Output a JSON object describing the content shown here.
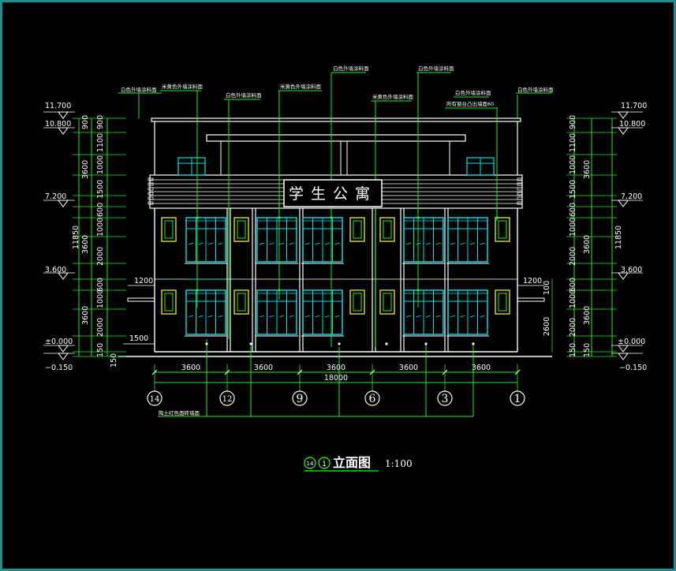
{
  "drawing": {
    "sign_text": "学生公寓",
    "title_main": "立面图",
    "title_scale": "1:100",
    "title_axis_from": "14",
    "title_axis_to": "1",
    "callouts": [
      "白色外墙涂料面",
      "米黄色外墙涂料面",
      "白色外墙涂料面",
      "米黄色外墙涂料面",
      "白色外墙涂料面",
      "白色外墙涂料面",
      "米黄色外墙涂料面",
      "白色外墙涂料面",
      "所有窗台凸出墙面60",
      "白色外墙涂料面"
    ],
    "bottom_callout": "陶土红色面砖墙面",
    "elevations": {
      "top": "11.700",
      "roof": "10.800",
      "third": "7.200",
      "second": "3.600",
      "ground": "±0.000",
      "grade": "−0.150"
    },
    "left_segments": [
      "900",
      "1100",
      "1000",
      "1500",
      "600",
      "1000",
      "2000",
      "600",
      "1000",
      "2000",
      "150"
    ],
    "left_sub_totals": [
      "900",
      "3600",
      "3600",
      "3600"
    ],
    "total_height": "11850",
    "right_segments": [
      "900",
      "1100",
      "1000",
      "1500",
      "600",
      "1000",
      "2000",
      "600",
      "1000",
      "2000",
      "150"
    ],
    "right_sub_totals": [
      "3600",
      "3600",
      "3600"
    ],
    "right_total": "11850",
    "small_dims": {
      "left_canopy": "1200",
      "right_canopy": "1200",
      "right_100": "100",
      "right_2600": "2600",
      "left_1500": "1500",
      "left_150": "150",
      "right_150": "150"
    },
    "bay_dims": [
      "3600",
      "3600",
      "3600",
      "3600",
      "3600"
    ],
    "overall_width": "18000",
    "axes": [
      "14",
      "12",
      "9",
      "6",
      "3",
      "1"
    ]
  }
}
